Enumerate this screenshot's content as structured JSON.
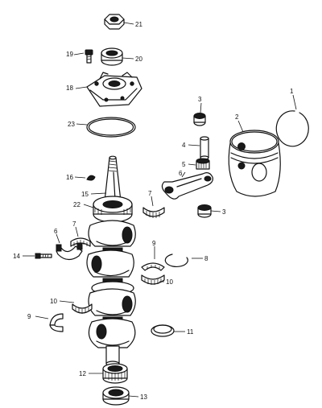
{
  "callouts": [
    "1",
    "2",
    "3",
    "4",
    "5",
    "6",
    "7",
    "8",
    "9",
    "10",
    "11",
    "12",
    "13",
    "14",
    "15",
    "16",
    "18",
    "19",
    "20",
    "21",
    "22",
    "23"
  ],
  "parts": {
    "piston_ring": "1",
    "piston": "2",
    "piston_pin_retainer_top": "3",
    "piston_pin": "4",
    "small_end_bearing": "5",
    "connecting_rod": "6",
    "rod_bearing_upper": "7",
    "main_bearing_ring": "8",
    "bearing_cage_half": "9",
    "needle_bearing_half": "10",
    "lower_ring": "11",
    "lower_roller_bearing": "12",
    "lower_seal": "13",
    "rod_cap_screw": "14",
    "crankshaft": "15",
    "woodruff_key": "16",
    "upper_end_cap": "18",
    "cap_screw": "19",
    "upper_seal": "20",
    "flywheel_nut": "21",
    "upper_bearing": "22",
    "o_ring": "23"
  }
}
